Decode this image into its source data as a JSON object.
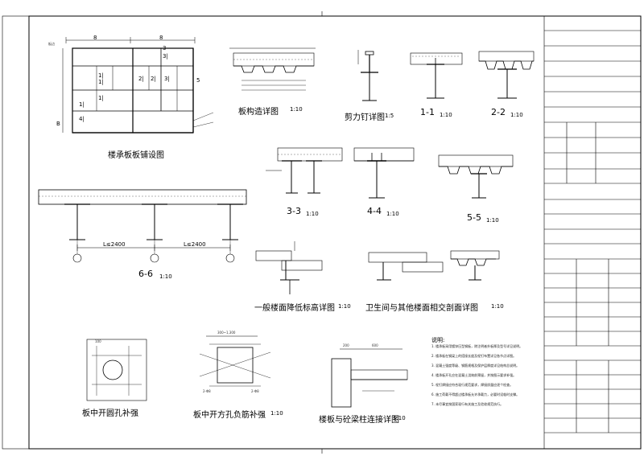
{
  "sheet": {
    "views": {
      "deck_layout": {
        "title": "楼承板板铺设图",
        "dims": [
          "8",
          "8"
        ],
        "grid_rows": [
          "3",
          "B"
        ],
        "panel_marks": [
          "3|",
          "1|",
          "1|",
          "2|",
          "2|",
          "3|",
          "1|",
          "1|",
          "4|",
          "5"
        ]
      },
      "edge_detail": {
        "title": "板构造详图",
        "scale": "1:10"
      },
      "stud_detail": {
        "title": "剪力钉详图",
        "scale": "1:5"
      },
      "s1": {
        "title": "1-1",
        "scale": "1:10"
      },
      "s2": {
        "title": "2-2",
        "scale": "1:10"
      },
      "s3": {
        "title": "3-3",
        "scale": "1:10"
      },
      "s4": {
        "title": "4-4",
        "scale": "1:10"
      },
      "s5": {
        "title": "5-5",
        "scale": "1:10"
      },
      "s6": {
        "title": "6-6",
        "scale": "1:10",
        "span1": "L≤2400",
        "span2": "L≤2400"
      },
      "floor_drop": {
        "title": "一般楼面降低标高详图",
        "scale": "1:10"
      },
      "toilet": {
        "title": "卫生间与其他楼面相交剖面详图",
        "scale": "1:10"
      },
      "round_hole": {
        "title": "板中开圆孔补强",
        "dim": "100"
      },
      "square_hole": {
        "title": "板中开方孔负筋补强",
        "scale": "1:10",
        "dims": [
          "300~1,300",
          "2-Φ8",
          "2-Φ8"
        ]
      },
      "slab_beam": {
        "title": "楼板与砼梁柱连接详图",
        "scale": "1:10",
        "dims": [
          "200",
          "600"
        ]
      }
    },
    "notes_header": "说明:",
    "notes": [
      "1. 楼承板采用镀锌压型钢板，除注明者外板厚及型号详见说明。",
      "2. 楼承板在钢梁上的搭接长度及栓钉布置详见各节点详图。",
      "3. 混凝土强度等级、钢筋规格及保护层厚度详见结构总说明。",
      "4. 楼承板开孔应在混凝土浇筑前预留，并按图示要求补强。",
      "5. 栓钉焊接应符合现行规范要求，焊接质量应逐个检查。",
      "6. 施工荷载不得超过楼承板允许承载力，必要时设临时支撑。",
      "7. 未尽事宜按国家现行有关施工及验收规范执行。"
    ]
  }
}
